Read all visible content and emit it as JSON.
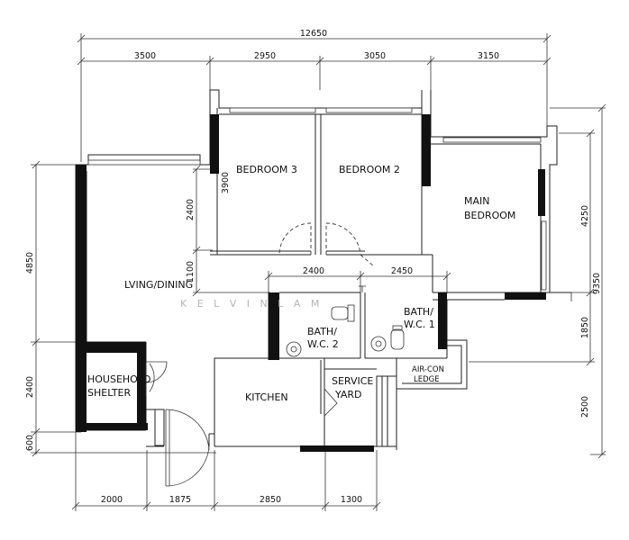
{
  "rooms": {
    "bedroom3": "BEDROOM  3",
    "bedroom2": "BEDROOM  2",
    "main_bedroom_line1": "MAIN",
    "main_bedroom_line2": "BEDROOM",
    "living_dining": "LVING/DINING",
    "bath2_line1": "BATH/",
    "bath2_line2": "W.C. 2",
    "bath1_line1": "BATH/",
    "bath1_line2": "W.C. 1",
    "household_line1": "HOUSEHOLD",
    "household_line2": "SHELTER",
    "kitchen": "KITCHEN",
    "service_line1": "SERVICE",
    "service_line2": "YARD",
    "aircon_line1": "AIR-CON",
    "aircon_line2": "LEDGE"
  },
  "dimensions": {
    "overall_width": "12650",
    "top_3500": "3500",
    "top_2950": "2950",
    "top_3050": "3050",
    "top_3150": "3150",
    "bottom_2000": "2000",
    "bottom_1875": "1875",
    "bottom_2850": "2850",
    "bottom_1300": "1300",
    "left_4850": "4850",
    "left_2400": "2400",
    "left_600": "600",
    "inner_2400_v": "2400",
    "inner_1100": "1100",
    "inner_3900": "3900",
    "inner_2400_h": "2400",
    "inner_2450": "2450",
    "right_4250": "4250",
    "right_9350": "9350",
    "right_1850": "1850",
    "right_2500": "2500"
  },
  "watermark": "K E L V I N   L A M"
}
